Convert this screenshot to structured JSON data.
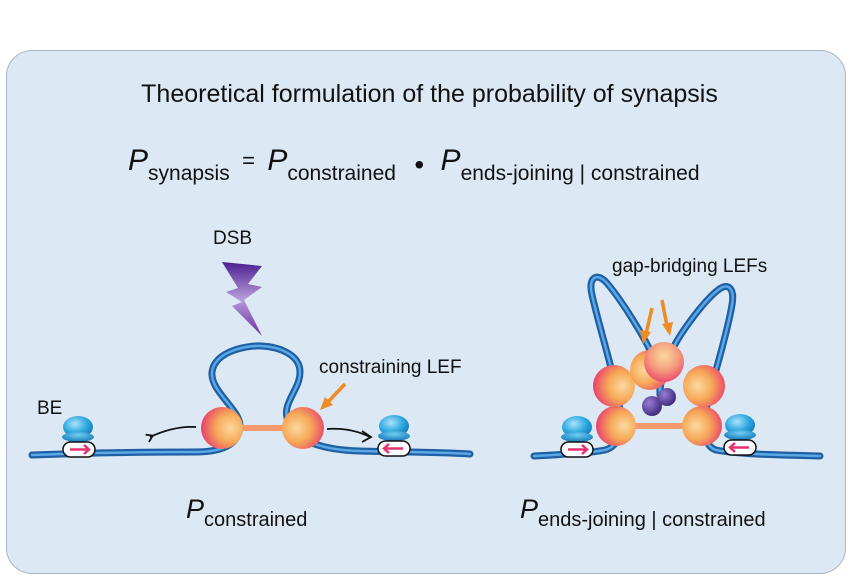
{
  "title": "Theoretical formulation of the probability of synapsis",
  "equation": {
    "lhs_symbol": "P",
    "lhs_sub": "synapsis",
    "equals": "=",
    "term1_symbol": "P",
    "term1_sub": "constrained",
    "times": "•",
    "term2_symbol": "P",
    "term2_sub": "ends-joining | constrained"
  },
  "left_diagram": {
    "dsb_label": "DSB",
    "be_label": "BE",
    "constraining_label": "constraining LEF",
    "bottom_symbol": "P",
    "bottom_sub": "constrained"
  },
  "right_diagram": {
    "gap_label": "gap-bridging LEFs",
    "bottom_symbol": "P",
    "bottom_sub": "ends-joining | constrained"
  },
  "colors": {
    "panel_bg": "#dce9f4",
    "dna": "#2f7bc2",
    "lef_pink": "#e8316f",
    "lef_orange": "#f7a958",
    "bridge": "#f29a6e",
    "arrow_orange": "#ef8b22",
    "dsb_purple": "#6a2fa8",
    "be_blue": "#2aa6df"
  }
}
